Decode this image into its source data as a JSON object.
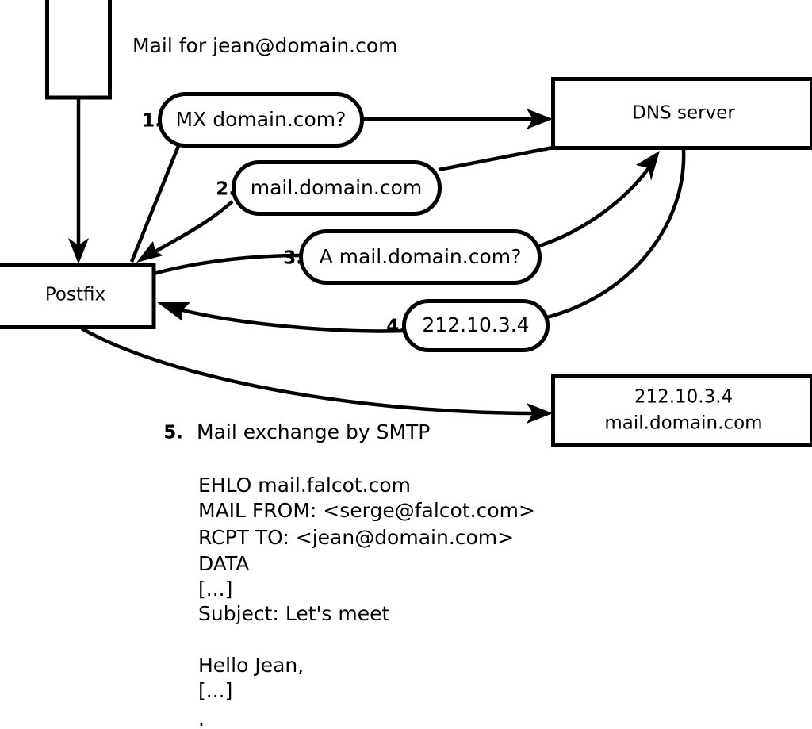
{
  "title": "Mail for jean@domain.com",
  "nodes": {
    "sender": {
      "label": ""
    },
    "postfix": {
      "label": "Postfix"
    },
    "dns": {
      "label": "DNS server"
    },
    "mailserver": {
      "line1": "212.10.3.4",
      "line2": "mail.domain.com"
    }
  },
  "steps": [
    {
      "num": "1.",
      "label": "MX domain.com?"
    },
    {
      "num": "2.",
      "label": "mail.domain.com"
    },
    {
      "num": "3.",
      "label": "A mail.domain.com?"
    },
    {
      "num": "4.",
      "label": "212.10.3.4"
    }
  ],
  "step5": {
    "num": "5.",
    "label": "Mail exchange by SMTP"
  },
  "transcript": [
    "EHLO mail.falcot.com",
    "MAIL FROM: <serge@falcot.com>",
    "RCPT TO: <jean@domain.com>",
    "DATA",
    "[...]",
    "Subject: Let's meet",
    "",
    "Hello Jean,",
    "[...]",
    "",
    "."
  ],
  "colors": {
    "background": "#ffffff",
    "stroke": "#000000",
    "text": "#000000",
    "fill": "#ffffff"
  }
}
